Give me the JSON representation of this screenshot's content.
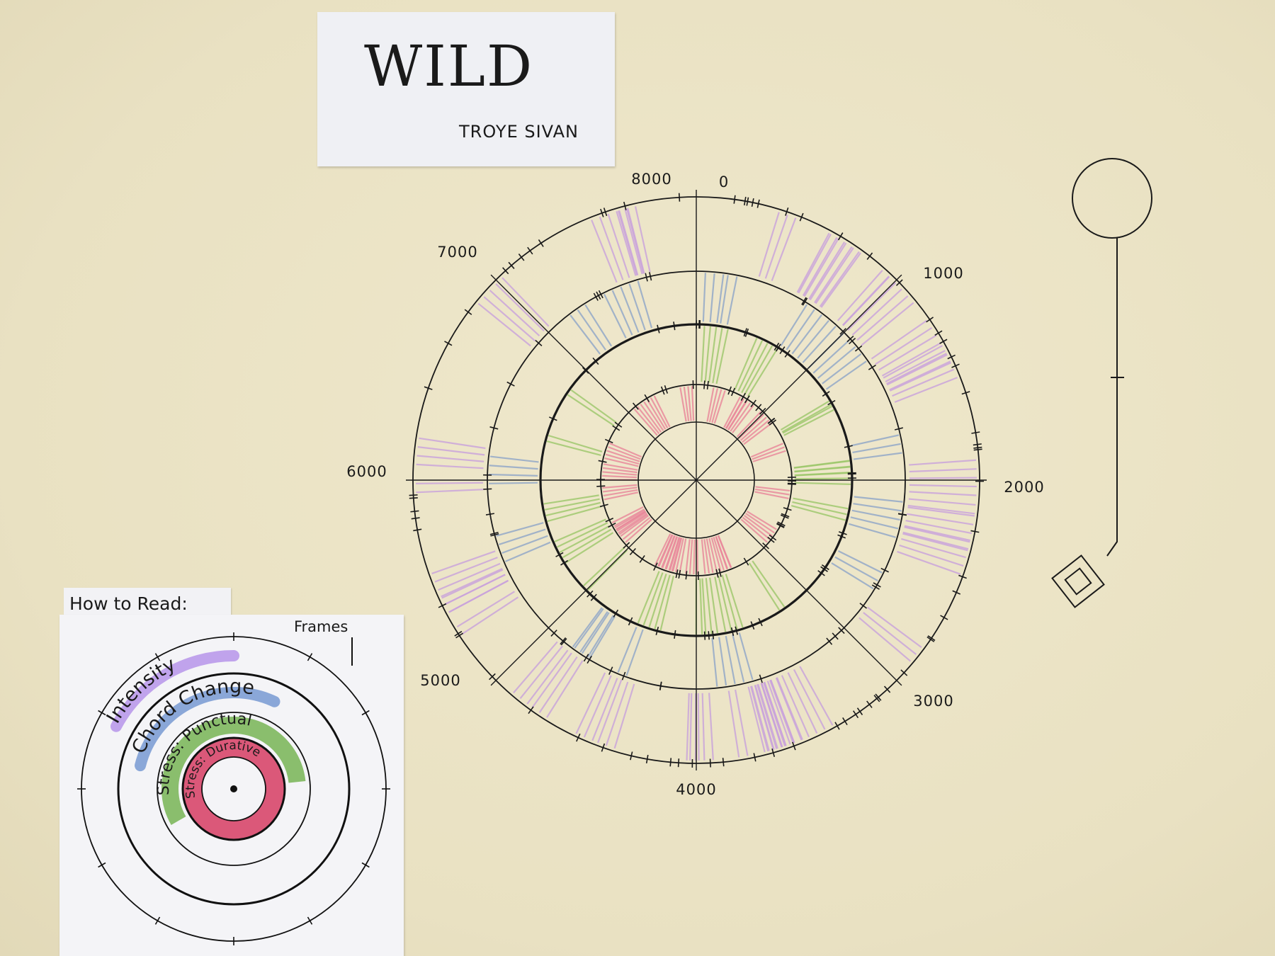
{
  "title_card": {
    "title": "WILD",
    "artist": "TROYE SIVAN"
  },
  "legend": {
    "heading": "How to Read:",
    "frames_label": "Frames",
    "rings": [
      {
        "label": "Intensity",
        "color": "#b38ee8"
      },
      {
        "label": "Chord Change",
        "color": "#6f93cf"
      },
      {
        "label": "Stress: Punctual",
        "color": "#6fb04a"
      },
      {
        "label": "Stress: Durative",
        "color": "#d8476a"
      }
    ]
  },
  "chart": {
    "frame_labels": [
      "0",
      "1000",
      "2000",
      "3000",
      "4000",
      "5000",
      "6000",
      "7000",
      "8000"
    ],
    "colors": {
      "intensity": "#c9a2dc",
      "chord": "#8fa6c8",
      "punctual": "#9cc76a",
      "durative": "#e9869a",
      "ink": "#1a1a1a"
    }
  }
}
